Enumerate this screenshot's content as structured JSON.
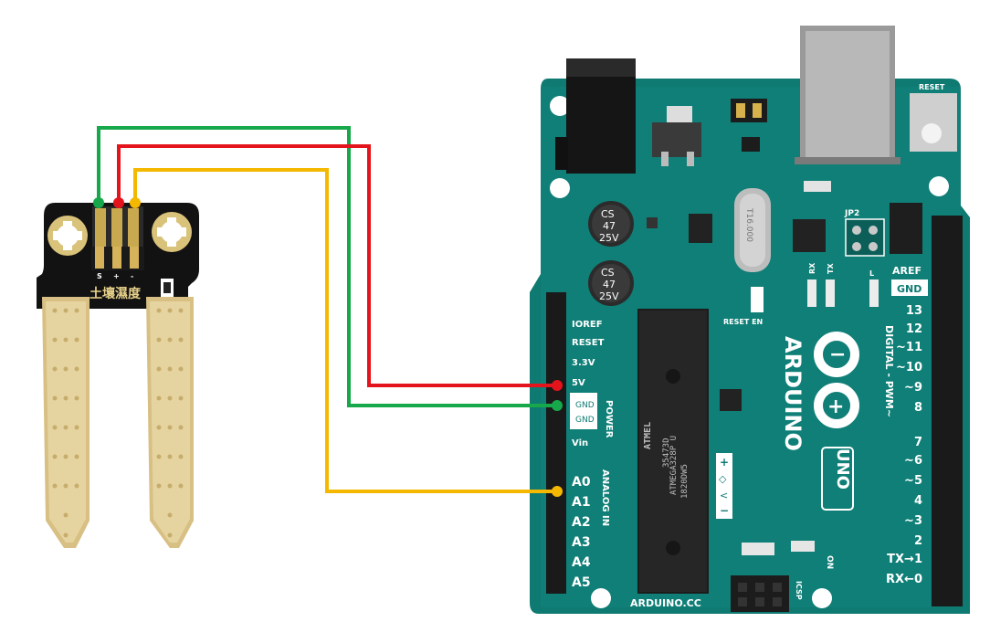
{
  "sensor": {
    "label": "土壤濕度",
    "pin_labels": [
      "S",
      "+",
      "-"
    ]
  },
  "arduino": {
    "brand": "ARDUINO",
    "model": "UNO",
    "url": "ARDUINO.CC",
    "reset_label": "RESET",
    "reset_en_label": "RESET EN",
    "jp2_label": "JP2",
    "icsp_label": "ICSP",
    "on_label": "ON",
    "tx_label": "TX",
    "rx_label": "RX",
    "l_label": "L",
    "aref_label": "AREF",
    "gnd_digital_label": "GND",
    "digital_section_label": "DIGITAL - PWM~",
    "digital_pins": [
      "13",
      "12",
      "~11",
      "~10",
      "~9",
      "8",
      "7",
      "~6",
      "~5",
      "4",
      "~3",
      "2",
      "TX→1",
      "RX←0"
    ],
    "power_section_label": "POWER",
    "analog_section_label": "ANALOG IN",
    "power_pins": [
      "IOREF",
      "RESET",
      "3.3V",
      "5V",
      "GND",
      "GND",
      "Vin"
    ],
    "analog_pins": [
      "A0",
      "A1",
      "A2",
      "A3",
      "A4",
      "A5"
    ],
    "capacitor_text": [
      "CS",
      "47",
      "25V"
    ],
    "crystal_text": "T16.000",
    "chip_brand": "ATMEL",
    "chip_text": [
      "35473D",
      "ATMEGA328P U",
      "1820DW5"
    ],
    "voltage_symbols": [
      "+",
      "◇",
      "<",
      "−"
    ]
  },
  "wires": [
    {
      "name": "5V wire",
      "color": "#e3141b"
    },
    {
      "name": "GND wire",
      "color": "#16a84a"
    },
    {
      "name": "Signal wire",
      "color": "#f5b800"
    }
  ]
}
